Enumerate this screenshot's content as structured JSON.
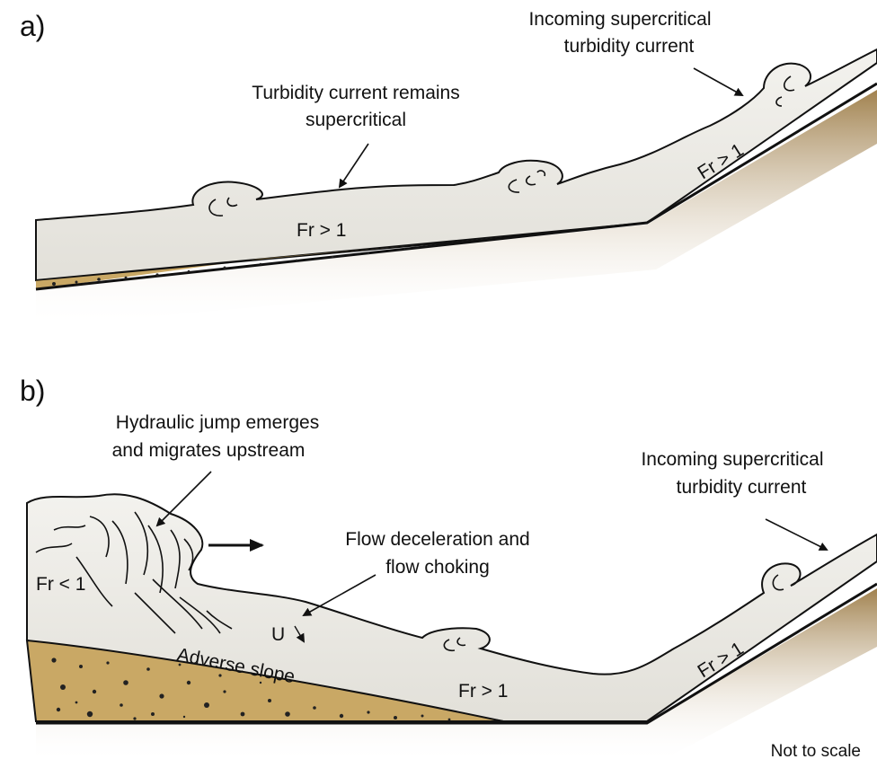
{
  "panel_a": {
    "letter": "a)",
    "callout_remains": [
      "Turbidity current remains",
      "supercritical"
    ],
    "callout_incoming": [
      "Incoming supercritical",
      "turbidity current"
    ],
    "froude_flow": "Fr > 1",
    "froude_slope": "Fr > 1"
  },
  "panel_b": {
    "letter": "b)",
    "callout_jump": [
      "Hydraulic jump emerges",
      "and migrates upstream"
    ],
    "callout_deceleration": [
      "Flow deceleration and",
      "flow choking"
    ],
    "callout_incoming": [
      "Incoming supercritical",
      "turbidity current"
    ],
    "froude_subcritical": "Fr < 1",
    "velocity": "U",
    "adverse_slope": "Adverse slope",
    "froude_flow": "Fr > 1",
    "froude_slope": "Fr > 1",
    "scale_note": "Not to scale"
  },
  "colors": {
    "flow": "#ecebe6",
    "sediment": "#c9a865",
    "bed_shadow": "#b89a66",
    "outline": "#111111"
  }
}
